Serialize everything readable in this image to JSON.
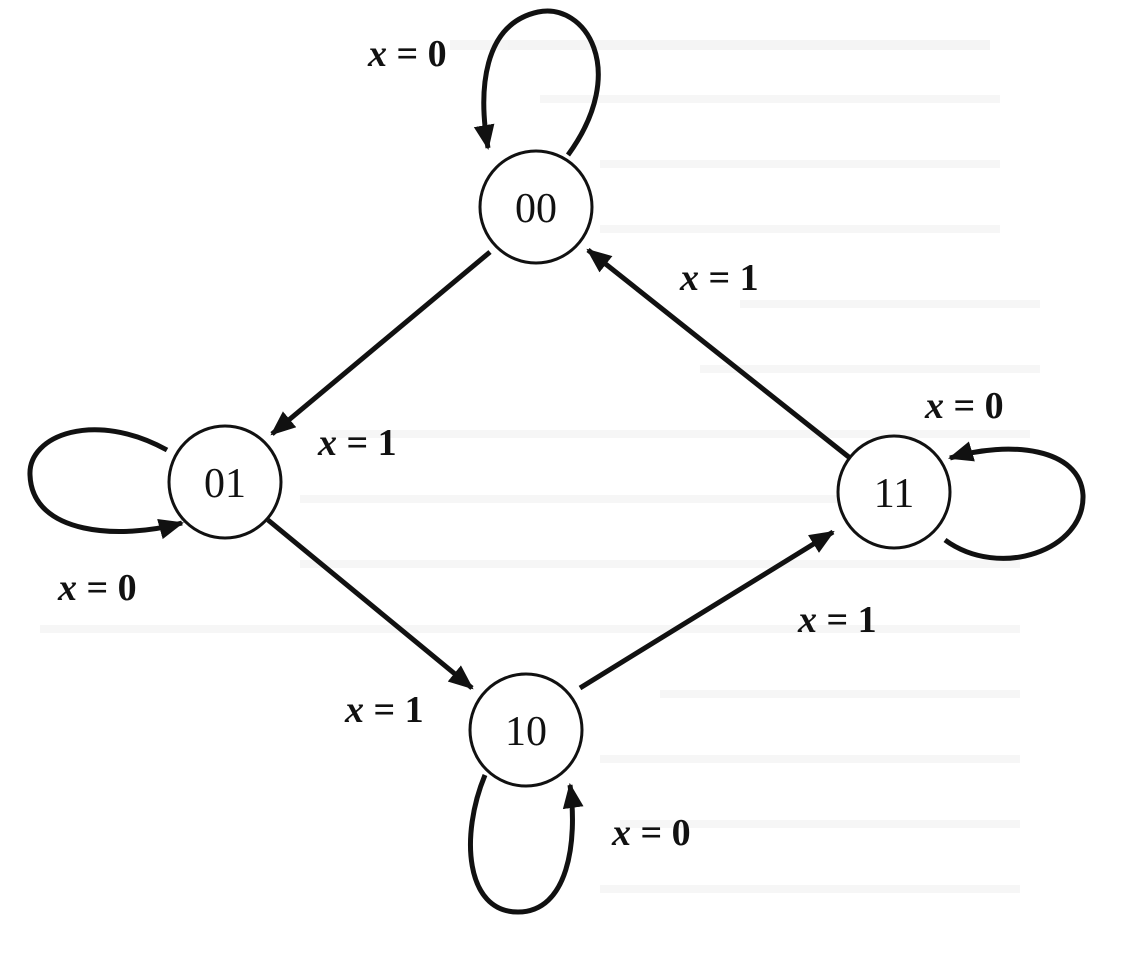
{
  "colors": {
    "ink": "#111111",
    "background": "#ffffff",
    "bleed_through": "#e6e6e6"
  },
  "states": [
    {
      "id": "s00",
      "label": "00"
    },
    {
      "id": "s01",
      "label": "01"
    },
    {
      "id": "s10",
      "label": "10"
    },
    {
      "id": "s11",
      "label": "11"
    }
  ],
  "transitions": [
    {
      "from": "00",
      "to": "00",
      "var": "x",
      "op": " = ",
      "value": "0"
    },
    {
      "from": "00",
      "to": "01",
      "var": "x",
      "op": " = ",
      "value": "1"
    },
    {
      "from": "01",
      "to": "01",
      "var": "x",
      "op": " = ",
      "value": "0"
    },
    {
      "from": "01",
      "to": "10",
      "var": "x",
      "op": " = ",
      "value": "1"
    },
    {
      "from": "10",
      "to": "10",
      "var": "x",
      "op": " = ",
      "value": "0"
    },
    {
      "from": "10",
      "to": "11",
      "var": "x",
      "op": " = ",
      "value": "1"
    },
    {
      "from": "11",
      "to": "11",
      "var": "x",
      "op": " = ",
      "value": "0"
    },
    {
      "from": "11",
      "to": "00",
      "var": "x",
      "op": " = ",
      "value": "1"
    }
  ]
}
